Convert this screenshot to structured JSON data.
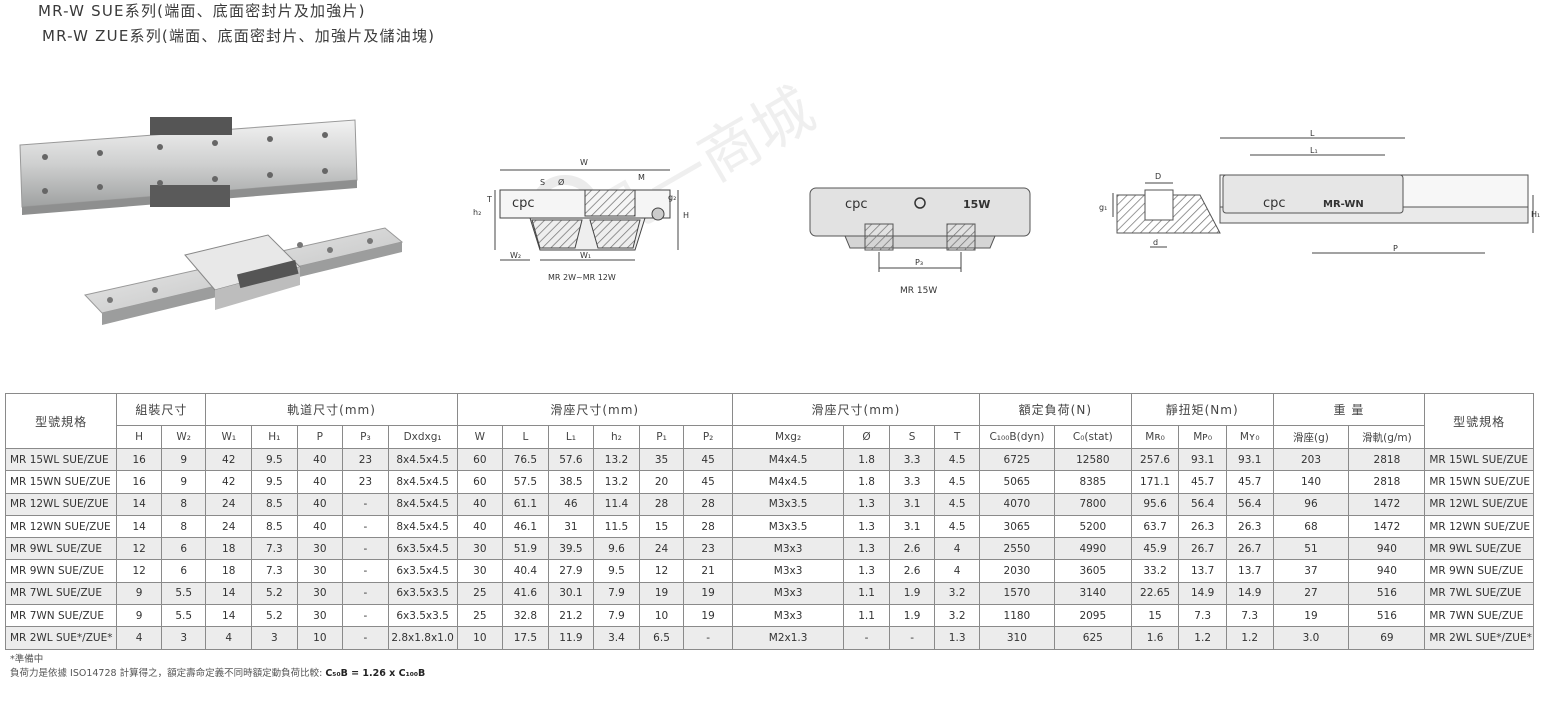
{
  "titles": [
    "MR-W SUE系列(端面、底面密封片及加強片)",
    "MR-W ZUE系列(端面、底面密封片、加強片及儲油塊)"
  ],
  "diagram1": {
    "label_W": "W",
    "label_S": "S",
    "label_phi": "Ø",
    "label_M": "M",
    "label_h2": "h₂",
    "label_T": "T",
    "label_g2": "g₂",
    "label_H": "H",
    "label_W2": "W₂",
    "label_W1": "W₁",
    "brand": "cpc",
    "caption": "MR 2W~MR 12W"
  },
  "diagram2": {
    "brand": "cpc",
    "model": "15W",
    "label_P3": "P₃",
    "caption": "MR 15W"
  },
  "diagram3": {
    "label_L": "L",
    "label_L1": "L₁",
    "label_D": "D",
    "label_g1": "g₁",
    "label_d": "d",
    "label_H1": "H₁",
    "label_P": "P",
    "brand": "cpc",
    "model": "MR-WN"
  },
  "watermark": {
    "text": "凡一商城"
  },
  "table": {
    "group_headers": {
      "model": "型號規格",
      "assembly": "組裝尺寸",
      "rail": "軌道尺寸(mm)",
      "block1": "滑座尺寸(mm)",
      "block2": "滑座尺寸(mm)",
      "load": "額定負荷(N)",
      "torque": "靜扭矩(Nm)",
      "weight": "重 量",
      "model_right": "型號規格"
    },
    "sub_headers": [
      "H",
      "W₂",
      "W₁",
      "H₁",
      "P",
      "P₃",
      "Dxdxg₁",
      "W",
      "L",
      "L₁",
      "h₂",
      "P₁",
      "P₂",
      "Mxg₂",
      "Ø",
      "S",
      "T",
      "C₁₀₀B(dyn)",
      "C₀(stat)",
      "Mʀ₀",
      "Mᴘ₀",
      "Mʏ₀",
      "滑座(g)",
      "滑軌(g/m)"
    ],
    "rows": [
      [
        "MR 15WL SUE/ZUE",
        "16",
        "9",
        "42",
        "9.5",
        "40",
        "23",
        "8x4.5x4.5",
        "60",
        "76.5",
        "57.6",
        "13.2",
        "35",
        "45",
        "M4x4.5",
        "1.8",
        "3.3",
        "4.5",
        "6725",
        "12580",
        "257.6",
        "93.1",
        "93.1",
        "203",
        "2818",
        "MR 15WL SUE/ZUE"
      ],
      [
        "MR 15WN SUE/ZUE",
        "16",
        "9",
        "42",
        "9.5",
        "40",
        "23",
        "8x4.5x4.5",
        "60",
        "57.5",
        "38.5",
        "13.2",
        "20",
        "45",
        "M4x4.5",
        "1.8",
        "3.3",
        "4.5",
        "5065",
        "8385",
        "171.1",
        "45.7",
        "45.7",
        "140",
        "2818",
        "MR 15WN SUE/ZUE"
      ],
      [
        "MR 12WL SUE/ZUE",
        "14",
        "8",
        "24",
        "8.5",
        "40",
        "-",
        "8x4.5x4.5",
        "40",
        "61.1",
        "46",
        "11.4",
        "28",
        "28",
        "M3x3.5",
        "1.3",
        "3.1",
        "4.5",
        "4070",
        "7800",
        "95.6",
        "56.4",
        "56.4",
        "96",
        "1472",
        "MR 12WL SUE/ZUE"
      ],
      [
        "MR 12WN SUE/ZUE",
        "14",
        "8",
        "24",
        "8.5",
        "40",
        "-",
        "8x4.5x4.5",
        "40",
        "46.1",
        "31",
        "11.5",
        "15",
        "28",
        "M3x3.5",
        "1.3",
        "3.1",
        "4.5",
        "3065",
        "5200",
        "63.7",
        "26.3",
        "26.3",
        "68",
        "1472",
        "MR 12WN SUE/ZUE"
      ],
      [
        "MR 9WL SUE/ZUE",
        "12",
        "6",
        "18",
        "7.3",
        "30",
        "-",
        "6x3.5x4.5",
        "30",
        "51.9",
        "39.5",
        "9.6",
        "24",
        "23",
        "M3x3",
        "1.3",
        "2.6",
        "4",
        "2550",
        "4990",
        "45.9",
        "26.7",
        "26.7",
        "51",
        "940",
        "MR 9WL SUE/ZUE"
      ],
      [
        "MR 9WN SUE/ZUE",
        "12",
        "6",
        "18",
        "7.3",
        "30",
        "-",
        "6x3.5x4.5",
        "30",
        "40.4",
        "27.9",
        "9.5",
        "12",
        "21",
        "M3x3",
        "1.3",
        "2.6",
        "4",
        "2030",
        "3605",
        "33.2",
        "13.7",
        "13.7",
        "37",
        "940",
        "MR 9WN SUE/ZUE"
      ],
      [
        "MR 7WL SUE/ZUE",
        "9",
        "5.5",
        "14",
        "5.2",
        "30",
        "-",
        "6x3.5x3.5",
        "25",
        "41.6",
        "30.1",
        "7.9",
        "19",
        "19",
        "M3x3",
        "1.1",
        "1.9",
        "3.2",
        "1570",
        "3140",
        "22.65",
        "14.9",
        "14.9",
        "27",
        "516",
        "MR 7WL SUE/ZUE"
      ],
      [
        "MR 7WN SUE/ZUE",
        "9",
        "5.5",
        "14",
        "5.2",
        "30",
        "-",
        "6x3.5x3.5",
        "25",
        "32.8",
        "21.2",
        "7.9",
        "10",
        "19",
        "M3x3",
        "1.1",
        "1.9",
        "3.2",
        "1180",
        "2095",
        "15",
        "7.3",
        "7.3",
        "19",
        "516",
        "MR 7WN SUE/ZUE"
      ],
      [
        "MR 2WL SUE*/ZUE*",
        "4",
        "3",
        "4",
        "3",
        "10",
        "-",
        "2.8x1.8x1.0",
        "10",
        "17.5",
        "11.9",
        "3.4",
        "6.5",
        "-",
        "M2x1.3",
        "-",
        "-",
        "1.3",
        "310",
        "625",
        "1.6",
        "1.2",
        "1.2",
        "3.0",
        "69",
        "MR 2WL SUE*/ZUE*"
      ]
    ]
  },
  "notes": {
    "preparing": "*準備中",
    "load_note": "負荷力是依據 ISO14728 計算得之，額定壽命定義不同時額定動負荷比較:",
    "formula": "C₅₀B = 1.26 x C₁₀₀B"
  }
}
